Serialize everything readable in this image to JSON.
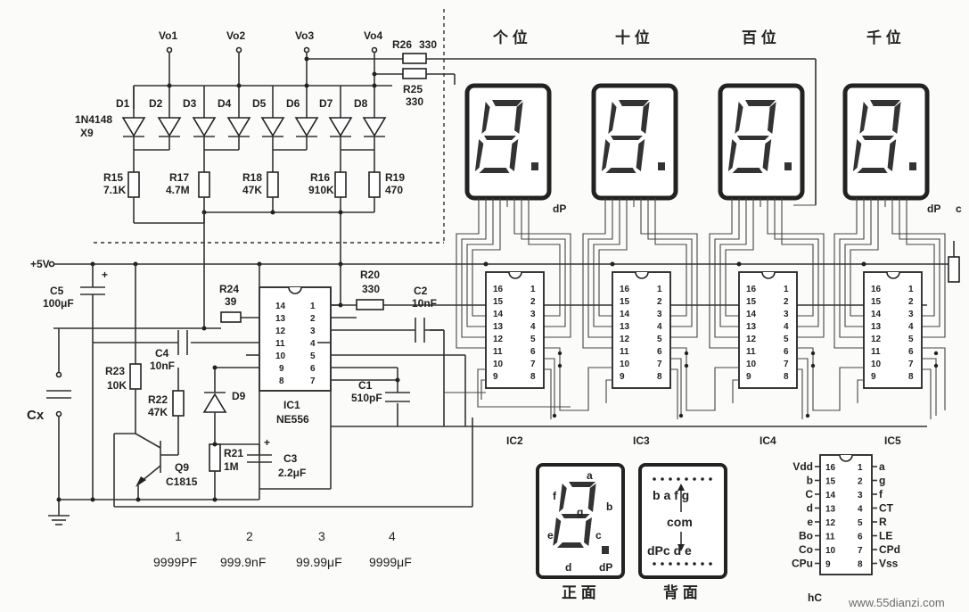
{
  "voltages": [
    "Vo1",
    "Vo2",
    "Vo3",
    "Vo4"
  ],
  "diodes": [
    "D1",
    "D2",
    "D3",
    "D4",
    "D5",
    "D6",
    "D7",
    "D8"
  ],
  "diode_type": "1N4148",
  "diode_count": "X9",
  "top_resistors": {
    "r26": {
      "name": "R26",
      "value": "330"
    },
    "r25": {
      "name": "R25",
      "value": "330"
    }
  },
  "range_resistors": [
    {
      "name": "R15",
      "value": "7.1K"
    },
    {
      "name": "R17",
      "value": "4.7M"
    },
    {
      "name": "R18",
      "value": "47K"
    },
    {
      "name": "R16",
      "value": "910K"
    },
    {
      "name": "R19",
      "value": "470"
    }
  ],
  "digit_labels": [
    "个 位",
    "十 位",
    "百 位",
    "千 位"
  ],
  "dp_label": "dP",
  "supply": "+5V",
  "c5": {
    "name": "C5",
    "value": "100μF"
  },
  "r24": {
    "name": "R24",
    "value": "39"
  },
  "r20": {
    "name": "R20",
    "value": "330"
  },
  "c2": {
    "name": "C2",
    "value": "10nF"
  },
  "c4": {
    "name": "C4",
    "value": "10nF"
  },
  "c1": {
    "name": "C1",
    "value": "510pF"
  },
  "r23": {
    "name": "R23",
    "value": "10K"
  },
  "r22": {
    "name": "R22",
    "value": "47K"
  },
  "d9": "D9",
  "r21": {
    "name": "R21",
    "value": "1M"
  },
  "c3": {
    "name": "C3",
    "value": "2.2μF"
  },
  "q9": {
    "name": "Q9",
    "value": "C1815"
  },
  "cx": "Cx",
  "ic1": {
    "name": "IC1",
    "value": "NE556"
  },
  "ic1_left_pins": [
    "14",
    "13",
    "12",
    "11",
    "10",
    "9",
    "8"
  ],
  "ic1_right_pins": [
    "1",
    "2",
    "3",
    "4",
    "5",
    "6",
    "7"
  ],
  "decoder_left_pins": [
    "16",
    "15",
    "14",
    "13",
    "12",
    "11",
    "10",
    "9"
  ],
  "decoder_right_pins": [
    "1",
    "2",
    "3",
    "4",
    "5",
    "6",
    "7",
    "8"
  ],
  "decoder_ics": [
    "IC2",
    "IC3",
    "IC4",
    "IC5"
  ],
  "ranges": [
    {
      "num": "1",
      "value": "9999PF"
    },
    {
      "num": "2",
      "value": "999.9nF"
    },
    {
      "num": "3",
      "value": "99.99μF"
    },
    {
      "num": "4",
      "value": "9999μF"
    }
  ],
  "front_view": {
    "labels": [
      "a",
      "f",
      "g",
      "b",
      "e",
      "c",
      "d",
      "dP"
    ],
    "caption": "正 面"
  },
  "back_view": {
    "top": "b a  f g",
    "com": "com",
    "bottom": "dPc  d e",
    "caption": "背 面"
  },
  "pinout": {
    "left_labels": [
      "Vdd",
      "b",
      "C",
      "d",
      "e",
      "Bo",
      "Co",
      "CPu"
    ],
    "left_nums": [
      "16",
      "15",
      "14",
      "13",
      "12",
      "11",
      "10",
      "9"
    ],
    "right_nums": [
      "1",
      "2",
      "3",
      "4",
      "5",
      "6",
      "7",
      "8"
    ],
    "right_labels": [
      "a",
      "g",
      "f",
      "CT",
      "R",
      "LE",
      "CPd",
      "Vss"
    ],
    "caption": "hC"
  },
  "watermark": "www.55dianzi.com"
}
